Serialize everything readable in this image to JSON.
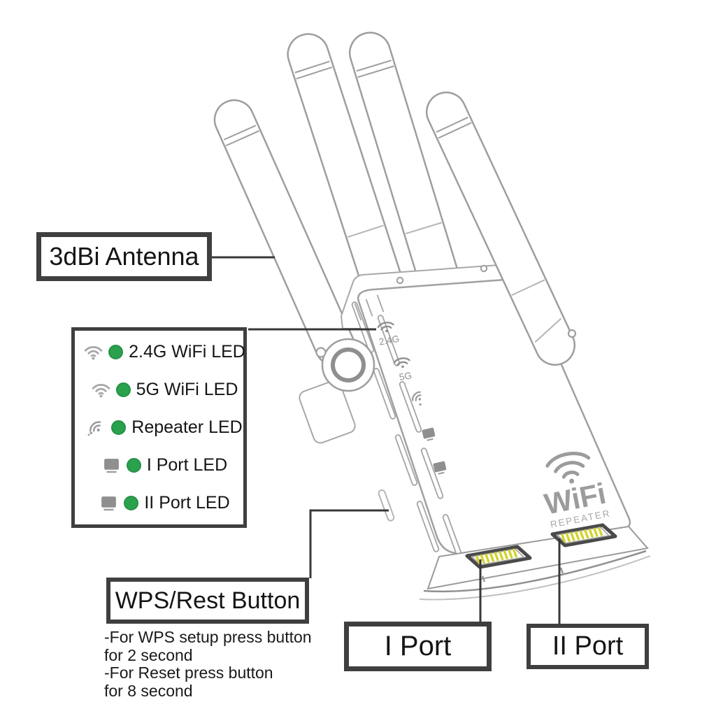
{
  "labels": {
    "antenna": "3dBi Antenna",
    "wps_button": "WPS/Rest Button",
    "port1": "I Port",
    "port2": "II Port"
  },
  "led_legend": {
    "items": [
      {
        "icon": "wifi",
        "label": "2.4G WiFi LED"
      },
      {
        "icon": "wifi",
        "label": "5G WiFi LED"
      },
      {
        "icon": "repeater",
        "label": "Repeater LED"
      },
      {
        "icon": "monitor",
        "label": "I Port LED"
      },
      {
        "icon": "monitor",
        "label": "II Port LED"
      }
    ]
  },
  "wps_instructions": {
    "lines": [
      "-For WPS setup press button",
      "for 2 second",
      "-For Reset press button",
      "for 8 second"
    ]
  },
  "device": {
    "led_2_4g_label": "2.4G",
    "led_5g_label": "5G",
    "logo_line1": "WiFi",
    "logo_line2": "REPEATER"
  },
  "colors": {
    "led_green": "#2aa24d",
    "port_pins_yellow": "#d2d22e",
    "device_outline_gray": "#a0a0a0",
    "callout_line": "#383838",
    "label_border": "#3f3f3f"
  }
}
